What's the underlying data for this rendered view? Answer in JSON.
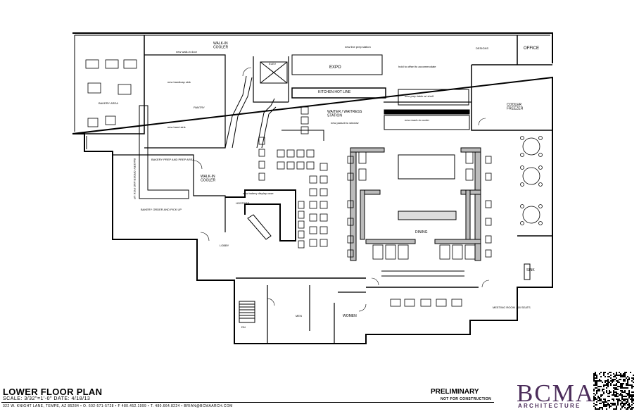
{
  "title": "LOWER FLOOR PLAN",
  "scale_line": "SCALE: 3/32\"=1'-0\"  DATE: 4/18/13",
  "address_line": "322 W. KNIGHT LANE, TEMPE, AZ 85284 • O. 602-571-5728 • F 480.452.1999 • T. 480.664.8224 • BRIAN@BCMAARCH.COM",
  "stamp": {
    "main": "PRELIMINARY",
    "sub": "NOT FOR CONSTRUCTION"
  },
  "brand": {
    "name": "BCMA",
    "sub": "ARCHITECTURE",
    "color": "#4b2c5a"
  },
  "rooms": {
    "office": "OFFICE",
    "office_cabinets": "DESIGNS",
    "cooler_top": "WALK-IN\nCOOLER",
    "cooler_mid": "WALK-IN\nCOOLER",
    "expo": "EXPO",
    "kitchen_line": "KITCHEN HOT LINE",
    "waiter_station": "WAITER / WAITRESS\nSTATION",
    "cooler_freezer": "COOLER\nFREEZER",
    "pantry": "PANTRY",
    "bakery_area": "BAKERY AREA",
    "bakery_prep": "BAKERY PREP AND PREP AREA",
    "bakery_counter": "BAKERY ORDER AND PICK UP",
    "bakery_order_pickup": "BAKERY ORDER AND PICK UP",
    "lobby": "LOBBY",
    "hostess": "HOSTESS",
    "dining": "DINING",
    "sink": "SINK",
    "women": "WOMEN",
    "men": "MEN",
    "meeting_room": "MEETING ROOM  -  18 SEATS",
    "elev": "ELEV",
    "stair": "DN"
  },
  "notes": {
    "n1": "new walk-in door",
    "n2": "new line prep station",
    "n3": "new handicap sink",
    "n4": "new pass-thru window",
    "n5": "hold to offset to accommodate",
    "n6": "new prep table w/ shelf",
    "n7": "new reach-in cooler",
    "n8": "new hand sink",
    "n9": "new bakery display case"
  }
}
